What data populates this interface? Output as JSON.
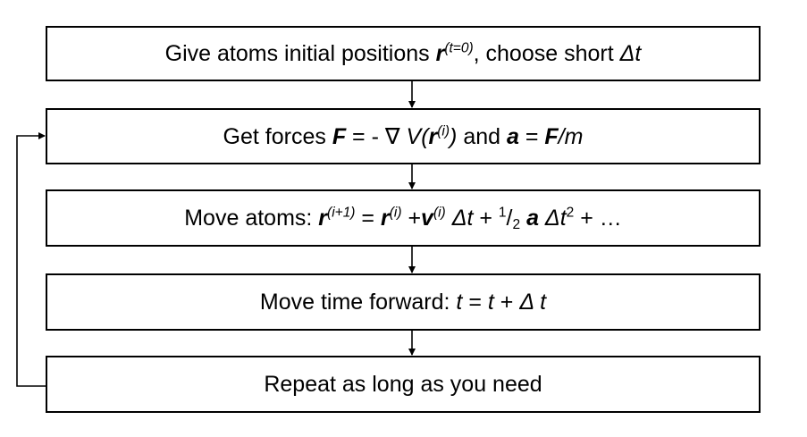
{
  "steps": [
    {
      "id": "init",
      "parts": [
        {
          "t": "Give atoms initial positions ",
          "s": "plain"
        },
        {
          "t": "r",
          "s": "bi"
        },
        {
          "t": "(t=0)",
          "s": "sup-i"
        },
        {
          "t": ", choose short ",
          "s": "plain"
        },
        {
          "t": "Δt",
          "s": "i"
        }
      ]
    },
    {
      "id": "forces",
      "parts": [
        {
          "t": "Get forces ",
          "s": "plain"
        },
        {
          "t": "F",
          "s": "bi"
        },
        {
          "t": " = - ∇ ",
          "s": "plain"
        },
        {
          "t": "V(",
          "s": "i"
        },
        {
          "t": "r",
          "s": "bi"
        },
        {
          "t": "(i)",
          "s": "sup-i"
        },
        {
          "t": ")",
          "s": "i"
        },
        {
          "t": " and ",
          "s": "plain"
        },
        {
          "t": "a",
          "s": "bi"
        },
        {
          "t": " = ",
          "s": "plain"
        },
        {
          "t": "F",
          "s": "bi"
        },
        {
          "t": "/m",
          "s": "i"
        }
      ]
    },
    {
      "id": "move-atoms",
      "parts": [
        {
          "t": "Move atoms: ",
          "s": "plain"
        },
        {
          "t": "r",
          "s": "bi"
        },
        {
          "t": "(i+1)",
          "s": "sup-i"
        },
        {
          "t": " = ",
          "s": "plain"
        },
        {
          "t": "r",
          "s": "bi"
        },
        {
          "t": "(i)",
          "s": "sup-i"
        },
        {
          "t": " +",
          "s": "plain"
        },
        {
          "t": "v",
          "s": "bi"
        },
        {
          "t": "(i)",
          "s": "sup-i"
        },
        {
          "t": " ",
          "s": "plain"
        },
        {
          "t": "Δt",
          "s": "i"
        },
        {
          "t": " + ",
          "s": "plain"
        },
        {
          "t": "1",
          "s": "sup"
        },
        {
          "t": "/",
          "s": "plain"
        },
        {
          "t": "2",
          "s": "sub"
        },
        {
          "t": " ",
          "s": "plain"
        },
        {
          "t": "a",
          "s": "bi"
        },
        {
          "t": " ",
          "s": "plain"
        },
        {
          "t": "Δt",
          "s": "i"
        },
        {
          "t": "2",
          "s": "sup"
        },
        {
          "t": " + …",
          "s": "plain"
        }
      ]
    },
    {
      "id": "move-time",
      "parts": [
        {
          "t": "Move time forward: ",
          "s": "plain"
        },
        {
          "t": "t",
          "s": "i"
        },
        {
          "t": " = ",
          "s": "plain"
        },
        {
          "t": "t",
          "s": "i"
        },
        {
          "t": " + ",
          "s": "plain"
        },
        {
          "t": "Δ t",
          "s": "i"
        }
      ]
    },
    {
      "id": "repeat",
      "parts": [
        {
          "t": "Repeat as long as you need",
          "s": "plain"
        }
      ]
    }
  ],
  "colors": {
    "stroke": "#000000",
    "text": "#000000",
    "background": "#ffffff"
  }
}
